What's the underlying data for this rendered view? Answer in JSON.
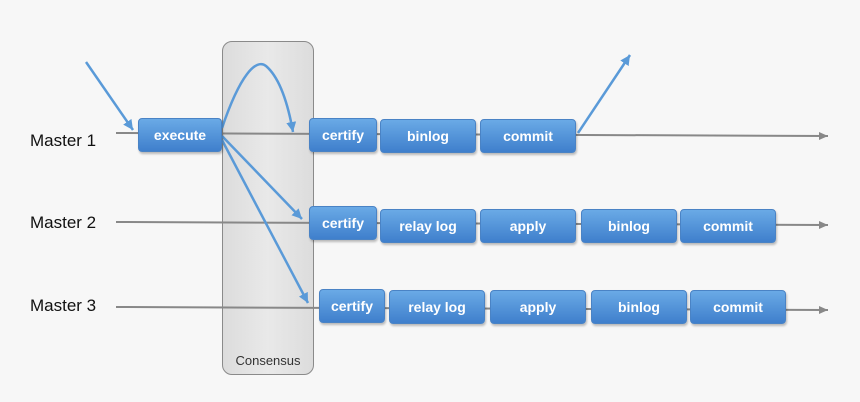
{
  "colors": {
    "box": "#4a8ad6",
    "arrow": "#5a9ad8",
    "line": "#888888",
    "panel": "#e2e2e2"
  },
  "consensus": {
    "label": "Consensus"
  },
  "masters": [
    {
      "label": "Master 1",
      "steps": [
        "execute",
        "certify",
        "binlog",
        "commit"
      ]
    },
    {
      "label": "Master 2",
      "steps": [
        "certify",
        "relay log",
        "apply",
        "binlog",
        "commit"
      ]
    },
    {
      "label": "Master 3",
      "steps": [
        "certify",
        "relay log",
        "apply",
        "binlog",
        "commit"
      ]
    }
  ]
}
